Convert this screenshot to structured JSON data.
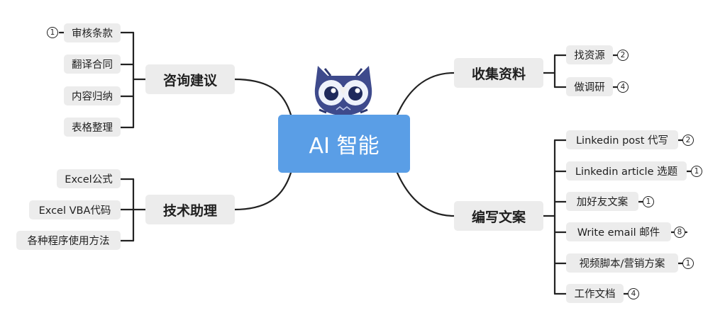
{
  "central": {
    "title": "AI 智能"
  },
  "branches": {
    "consult": {
      "label": "咨询建议",
      "items": [
        {
          "label": "审核条款",
          "badge": "1"
        },
        {
          "label": "翻译合同"
        },
        {
          "label": "内容归纳"
        },
        {
          "label": "表格整理"
        }
      ]
    },
    "tech": {
      "label": "技术助理",
      "items": [
        {
          "label": "Excel公式"
        },
        {
          "label": "Excel VBA代码"
        },
        {
          "label": "各种程序使用方法"
        }
      ]
    },
    "collect": {
      "label": "收集资料",
      "items": [
        {
          "label": "找资源",
          "badge": "2"
        },
        {
          "label": "做调研",
          "badge": "4"
        }
      ]
    },
    "write": {
      "label": "编写文案",
      "items": [
        {
          "label": "Linkedin post 代写",
          "badge": "2"
        },
        {
          "label": "Linkedin article 选题",
          "badge": "1"
        },
        {
          "label": "加好友文案",
          "badge": "1"
        },
        {
          "label": "Write email 邮件",
          "badge": "8"
        },
        {
          "label": "视频脚本/营销方案",
          "badge": "1"
        },
        {
          "label": "工作文档",
          "badge": "4"
        }
      ]
    }
  },
  "colors": {
    "central": "#5a9ee6",
    "owl_body": "#3e4a8c",
    "node_bg": "#ececec",
    "line": "#222222"
  }
}
